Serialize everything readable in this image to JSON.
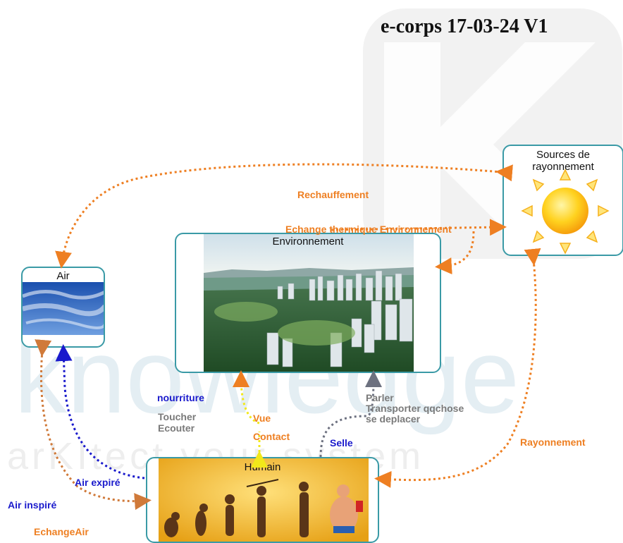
{
  "title": "e-corps 17-03-24 V1",
  "nodes": {
    "sources": {
      "label": "Sources de rayonnement"
    },
    "environnement": {
      "label": "Environnement"
    },
    "air": {
      "label": "Air"
    },
    "humain": {
      "label": "Humain"
    }
  },
  "links": {
    "rechauffement": "Rechauffement",
    "echange_thermique": "Echange thermique Environnement",
    "nourriture": "nourriture",
    "toucher": "Toucher",
    "ecouter": "Ecouter",
    "vue": "Vue",
    "contact": "Contact",
    "parler": "Parler",
    "transporter": "Transporter qqchose",
    "se_deplacer": "se deplacer",
    "selle": "Selle",
    "rayonnement": "Rayonnement",
    "air_expire": "Air expiré",
    "air_inspire": "Air inspiré",
    "echange_air": "EchangeAir"
  },
  "watermark": {
    "brand": "knowledge",
    "tagline": "arKItect your system"
  },
  "colors": {
    "orange": "#ee7f22",
    "blue": "#1a1acc",
    "yellow": "#f2e81a",
    "gray": "#6d7180",
    "border": "#3a9aa6"
  }
}
